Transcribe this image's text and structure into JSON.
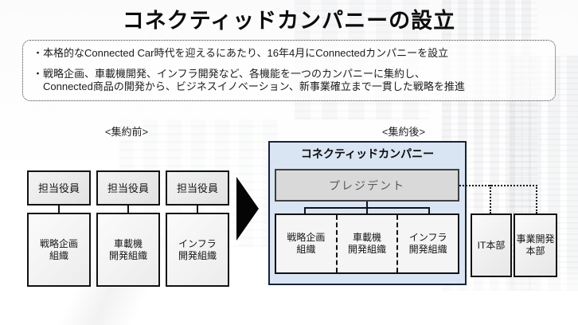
{
  "slide": {
    "title": "コネクティッドカンパニーの設立",
    "summary": {
      "bullet1": "・本格的なConnected Car時代を迎えるにあたり、16年4月にConnectedカンパニーを設立",
      "bullet2_line1": "・戦略企画、車載機開発、インフラ開発など、各機能を一つのカンパニーに集約し、",
      "bullet2_line2": "Connected商品の開発から、ビジネスイノベーション、新事業確立まで一貫した戦略を推進"
    },
    "before": {
      "label": "<集約前>",
      "columns": [
        {
          "exec": "担当役員",
          "org_line1": "戦略企画",
          "org_line2": "組織"
        },
        {
          "exec": "担当役員",
          "org_line1": "車載機",
          "org_line2": "開発組織"
        },
        {
          "exec": "担当役員",
          "org_line1": "インフラ",
          "org_line2": "開発組織"
        }
      ]
    },
    "after": {
      "label": "<集約後>",
      "company": "コネクティッドカンパニー",
      "president": "プレジデント",
      "orgs": [
        {
          "line1": "戦略企画",
          "line2": "組織"
        },
        {
          "line1": "車載機",
          "line2": "開発組織"
        },
        {
          "line1": "インフラ",
          "line2": "開発組織"
        }
      ],
      "external": [
        {
          "line1": "IT本部",
          "line2": ""
        },
        {
          "line1": "事業開発",
          "line2": "本部"
        }
      ]
    },
    "colors": {
      "company_fill": "#d9e5f3",
      "company_border": "#16233c",
      "president_fill": "#d9d9d9",
      "president_text": "#595959",
      "box_border": "#121212",
      "arrow": "#050505"
    }
  }
}
